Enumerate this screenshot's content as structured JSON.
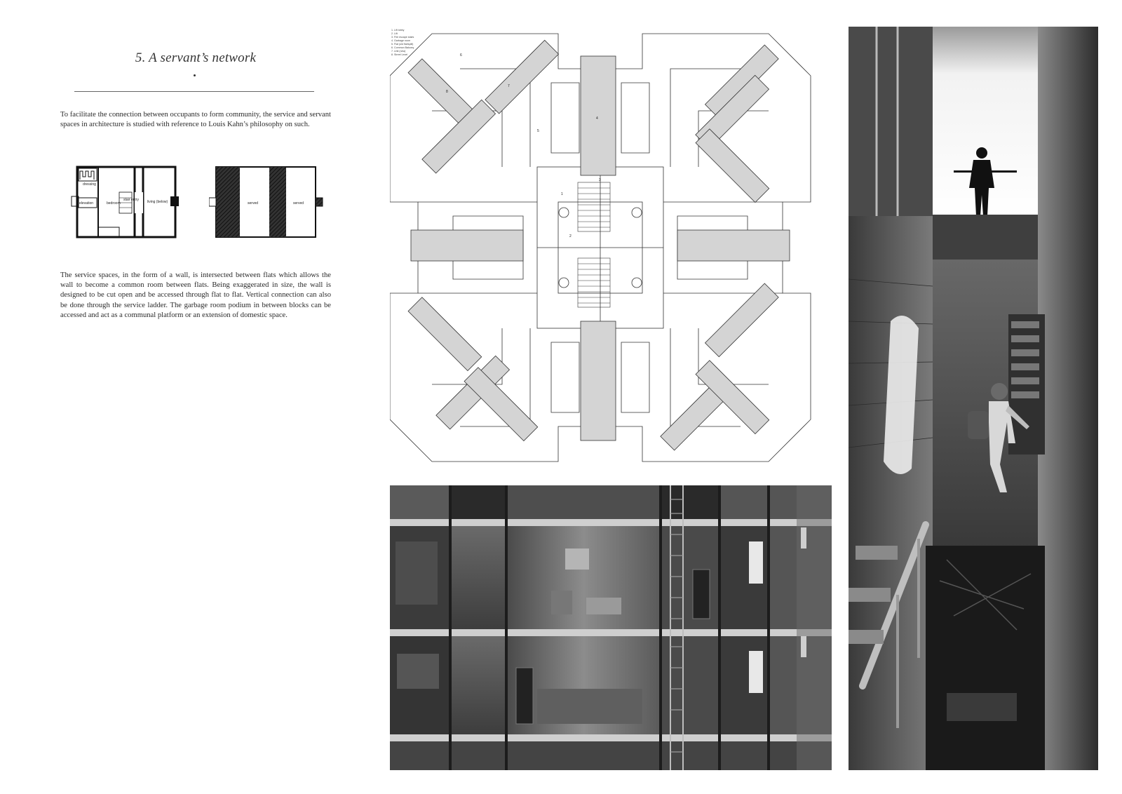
{
  "page": {
    "title": "5. A servant’s network",
    "paragraph_1": "To facilitate the connection between occupants to form community, the service and servant spaces in architecture is studied with reference to Louis Kahn’s philosophy on such.",
    "paragraph_2": "The service spaces, in the form of a wall, is intersected between flats which allows the wall to become a common room between flats. Being exaggerated in size, the wall is designed to be cut open and be accessed through flat to flat. Vertical connection can also be done through the service ladder. The garbage room podium in between blocks can be accessed and act as a communal platform or an extension of domestic space."
  },
  "kahn_plan_a": {
    "labels": [
      "dressing",
      "elevation",
      "bedroom",
      "stair entry",
      "living (below)"
    ]
  },
  "kahn_plan_b": {
    "labels": [
      "served",
      "served"
    ]
  },
  "floor_plan": {
    "legend": [
      "1. Lift lobby",
      "2. Lift",
      "3. Fire escape stairs",
      "4. Garbage room",
      "5. Flat (old flat/split)",
      "6. Common Balcony",
      "7. Unit (new)",
      "8. Street Level"
    ],
    "room_numbers": [
      "1",
      "2",
      "3",
      "4",
      "5",
      "6",
      "7",
      "8"
    ]
  },
  "colors": {
    "background": "#ffffff",
    "ink": "#222222",
    "grey_fill": "#d4d4d4",
    "photo_dark": "#2e2e2e"
  }
}
